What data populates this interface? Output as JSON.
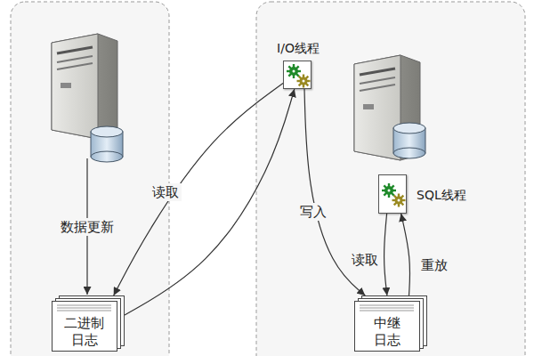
{
  "diagram": {
    "nodes": [
      {
        "text": [
          "I/O线程"
        ]
      },
      {
        "text": [
          "SQL线程"
        ]
      },
      {
        "text": [
          "二进制日志"
        ]
      },
      {
        "text": [
          "中继日志"
        ]
      }
    ],
    "edges": [
      {
        "from": 0,
        "to": 2,
        "label": "读取",
        "arrow": "to"
      },
      {
        "from": 2,
        "to": 0,
        "arrow": "to"
      },
      {
        "from": 0,
        "to": 3,
        "label": "写入",
        "arrow": "to"
      },
      {
        "from": 1,
        "to": 3,
        "label": "读取",
        "arrow": "to"
      },
      {
        "from": 3,
        "to": 1,
        "label": "重放",
        "arrow": "to"
      }
    ],
    "labels": [
      "数据更新"
    ]
  }
}
